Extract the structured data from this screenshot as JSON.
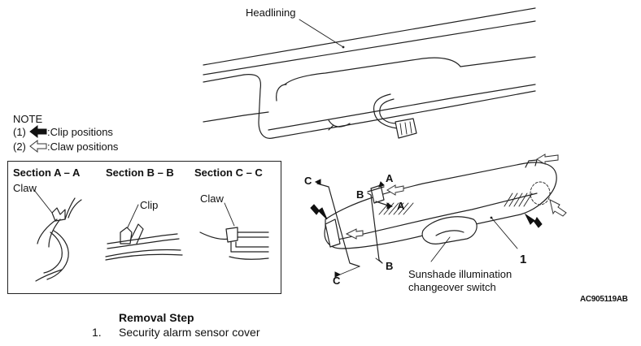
{
  "labels": {
    "headlining": "Headlining",
    "note_title": "NOTE",
    "note_clip_num": "(1)",
    "note_clip_text": ":Clip positions",
    "note_claw_num": "(2)",
    "note_claw_text": ":Claw positions",
    "section_a": "Section A – A",
    "section_b": "Section B – B",
    "section_c": "Section C – C",
    "claw_1": "Claw",
    "clip": "Clip",
    "claw_2": "Claw",
    "cut_c_top": "C",
    "cut_a_top": "A",
    "cut_b_top": "B",
    "cut_a_lower": "A",
    "cut_b_lower": "B",
    "cut_c_lower": "C",
    "callout_1": "1",
    "switch_line1": "Sunshade illumination",
    "switch_line2": "changeover switch",
    "figure_code": "AC905119AB",
    "removal_title": "Removal Step",
    "step_num": "1.",
    "step_text": "Security alarm sensor cover"
  },
  "icons": {
    "clip_arrow": "black-solid-arrow-icon",
    "claw_arrow": "white-outline-arrow-icon"
  },
  "colors": {
    "line": "#222222",
    "background": "#ffffff"
  }
}
